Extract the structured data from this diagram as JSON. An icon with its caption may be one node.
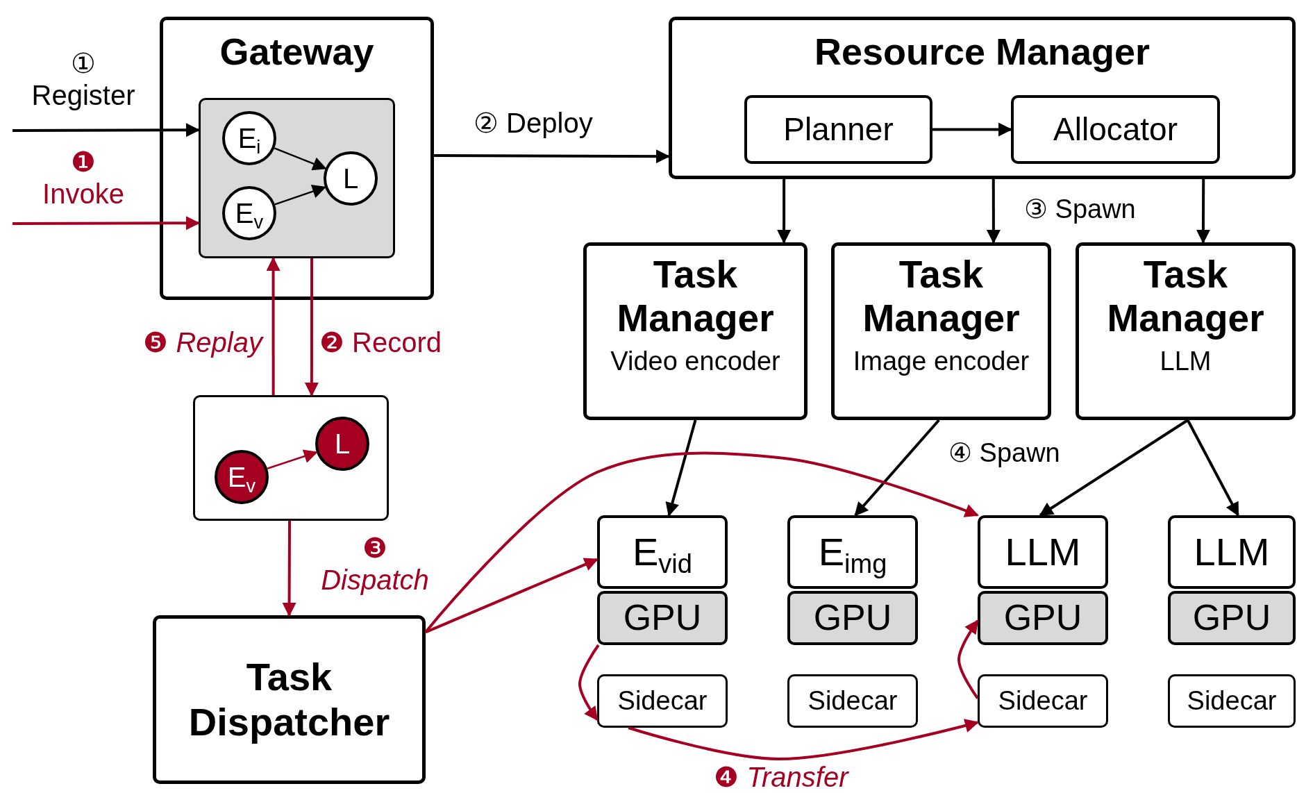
{
  "diagram": {
    "nodes": [
      {
        "text": [
          "Gateway"
        ]
      },
      {
        "text": [],
        "shape": "box",
        "in": 0
      },
      {
        "text": [
          "E$_{i}$"
        ],
        "in": 1
      },
      {
        "text": [
          "E$_{v}$"
        ],
        "in": 1
      },
      {
        "text": [
          "L"
        ],
        "in": 1
      },
      {
        "text": [
          "Resource Manager"
        ]
      },
      {
        "text": [
          "Planner"
        ],
        "in": 5
      },
      {
        "text": [
          "Allocator"
        ],
        "in": 5
      },
      {
        "text": [
          "Task Manager",
          "Video encoder"
        ]
      },
      {
        "text": [
          "Task Manager",
          "Image encoder"
        ]
      },
      {
        "text": [
          "Task Manager",
          "LLM"
        ]
      },
      {
        "text": [],
        "shape": "box"
      },
      {
        "text": [
          "E$_{v}$"
        ],
        "in": 11
      },
      {
        "text": [
          "L"
        ],
        "in": 11
      },
      {
        "text": [
          "Task Dispatcher"
        ]
      },
      {
        "text": [
          "E$_{vid}$"
        ]
      },
      {
        "text": [
          "GPU"
        ]
      },
      {
        "text": [
          "Sidecar"
        ]
      },
      {
        "text": [
          "E$_{img}$"
        ]
      },
      {
        "text": [
          "GPU"
        ]
      },
      {
        "text": [
          "Sidecar"
        ]
      },
      {
        "text": [
          "LLM"
        ]
      },
      {
        "text": [
          "GPU"
        ]
      },
      {
        "text": [
          "Sidecar"
        ]
      },
      {
        "text": [
          "LLM"
        ]
      },
      {
        "text": [
          "GPU"
        ]
      },
      {
        "text": [
          "Sidecar"
        ]
      }
    ],
    "edges": [
      {
        "from": null,
        "to": 1,
        "arrow": "to",
        "label": "① Register"
      },
      {
        "from": null,
        "to": 1,
        "arrow": "to",
        "label": "❶ Invoke",
        "color": "#a50021"
      },
      {
        "from": 2,
        "to": 4,
        "arrow": "to"
      },
      {
        "from": 3,
        "to": 4,
        "arrow": "to"
      },
      {
        "from": 0,
        "to": 5,
        "arrow": "to",
        "label": "② Deploy"
      },
      {
        "from": 6,
        "to": 7,
        "arrow": "to"
      },
      {
        "from": 5,
        "to": 8,
        "arrow": "to"
      },
      {
        "from": 5,
        "to": 9,
        "arrow": "to"
      },
      {
        "from": 5,
        "to": 10,
        "arrow": "to"
      },
      {
        "from": 11,
        "to": 1,
        "arrow": "to",
        "label": "❺ *Replay*",
        "color": "#a50021"
      },
      {
        "from": 1,
        "to": 11,
        "arrow": "to",
        "label": "❷ Record",
        "color": "#a50021"
      },
      {
        "from": 11,
        "to": 14,
        "arrow": "to",
        "label": "❸ *Dispatch*",
        "color": "#a50021"
      },
      {
        "from": 12,
        "to": 13,
        "arrow": "to",
        "color": "#a50021"
      },
      {
        "from": 8,
        "to": 15,
        "arrow": "to"
      },
      {
        "from": 9,
        "to": 18,
        "arrow": "to"
      },
      {
        "from": 10,
        "to": 21,
        "arrow": "to"
      },
      {
        "from": 10,
        "to": 24,
        "arrow": "to"
      },
      {
        "from": 14,
        "to": 15,
        "arrow": "to",
        "color": "#a50021"
      },
      {
        "from": 14,
        "to": 21,
        "arrow": "to",
        "color": "#a50021"
      },
      {
        "from": 16,
        "to": 17,
        "arrow": "to",
        "color": "#a50021"
      },
      {
        "from": 17,
        "to": 23,
        "arrow": "to",
        "label": "❹ *Transfer*",
        "color": "#a50021"
      },
      {
        "from": 23,
        "to": 22,
        "arrow": "to",
        "color": "#a50021"
      }
    ],
    "labels": [
      "③ Spawn",
      "④ Spawn"
    ]
  }
}
